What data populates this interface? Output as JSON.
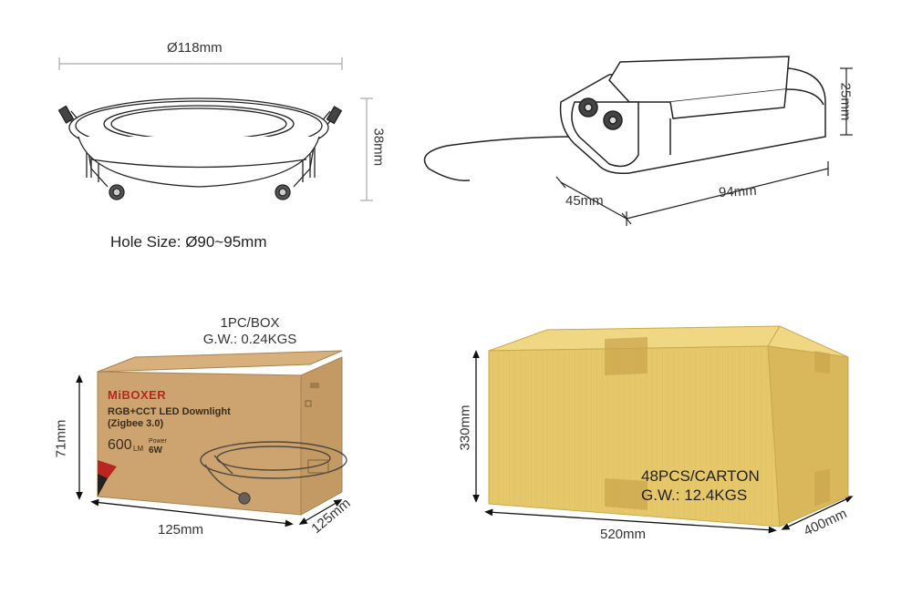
{
  "downlight": {
    "diameter_label": "Ø118mm",
    "height_label": "38mm",
    "hole_size_label": "Hole Size: Ø90~95mm"
  },
  "driver": {
    "height_label": "25mm",
    "width_label": "45mm",
    "length_label": "94mm"
  },
  "giftbox": {
    "qty_label": "1PC/BOX",
    "weight_label": "G.W.: 0.24KGS",
    "height_label": "71mm",
    "length_label": "125mm",
    "depth_label": "125mm",
    "brand": "MiBOXER",
    "product_line1": "RGB+CCT LED Downlight",
    "product_line2": "(Zigbee 3.0)",
    "lumen_value": "600",
    "lumen_unit": "LM",
    "power_caption": "Power",
    "power_value": "6W"
  },
  "carton": {
    "height_label": "330mm",
    "qty_label": "48PCS/CARTON",
    "weight_label": "G.W.: 12.4KGS",
    "length_label": "520mm",
    "depth_label": "400mm"
  },
  "colors": {
    "carton_front": "#e6c76a",
    "carton_top": "#efd783",
    "carton_side": "#d9b85c",
    "kraft_front": "#cda46f",
    "kraft_top": "#d7b07c",
    "kraft_side": "#c39a63",
    "brand_accent": "#b8261f",
    "dim_line": "#999999"
  }
}
